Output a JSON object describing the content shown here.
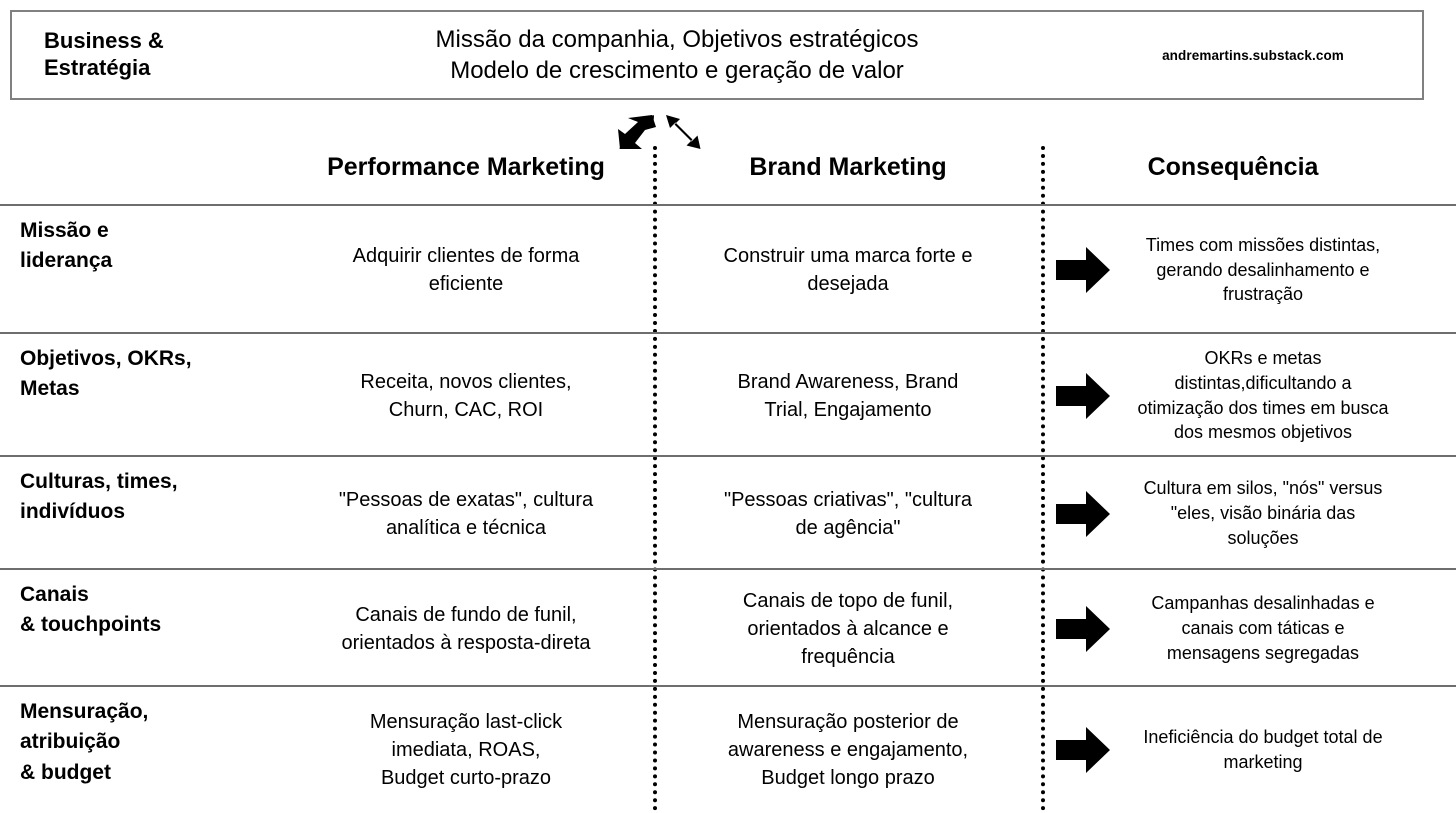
{
  "header": {
    "label": "Business &\nEstratégia",
    "statement": "Missão da companhia, Objetivos estratégicos\nModelo de crescimento e geração de valor",
    "watermark": "andremartins.substack.com"
  },
  "columns": {
    "label": "",
    "performance": "Performance Marketing",
    "brand": "Brand Marketing",
    "consequence": "Consequência"
  },
  "rows": [
    {
      "label": "Missão e\nliderança",
      "performance": "Adquirir clientes de forma\neficiente",
      "brand": "Construir uma marca forte e\ndesejada",
      "consequence": "Times com missões distintas,\ngerando desalinhamento e\nfrustração"
    },
    {
      "label": "Objetivos, OKRs,\nMetas",
      "performance": "Receita, novos clientes,\nChurn, CAC, ROI",
      "brand": "Brand Awareness, Brand\nTrial, Engajamento",
      "consequence": "OKRs e metas\ndistintas,dificultando a\notimização dos times em busca\ndos mesmos objetivos"
    },
    {
      "label": "Culturas, times,\nindivíduos",
      "performance": "\"Pessoas de exatas\", cultura\nanalítica e técnica",
      "brand": "\"Pessoas criativas\", \"cultura\nde agência\"",
      "consequence": "Cultura em silos, \"nós\" versus\n\"eles, visão binária das\nsoluções"
    },
    {
      "label": "Canais\n& touchpoints",
      "performance": "Canais de fundo de funil,\norientados à resposta-direta",
      "brand": "Canais de topo de funil,\norientados à alcance e\nfrequência",
      "consequence": "Campanhas desalinhadas e\ncanais com táticas e\nmensagens segregadas"
    },
    {
      "label": "Mensuração,\natribuição\n& budget",
      "performance": "Mensuração last-click\nimediata, ROAS,\nBudget curto-prazo",
      "brand": "Mensuração posterior de\nawareness e engajamento,\nBudget longo prazo",
      "consequence": "Ineficiência do budget total de\nmarketing"
    }
  ],
  "icons": {
    "arrow_down_left": "arrow-down-left-icon",
    "arrow_down_right": "arrow-down-right-icon",
    "arrow_right": "arrow-right-icon"
  },
  "colors": {
    "ink": "#000000",
    "rule": "#6e6e6e",
    "box_border": "#808080",
    "background": "#ffffff"
  }
}
